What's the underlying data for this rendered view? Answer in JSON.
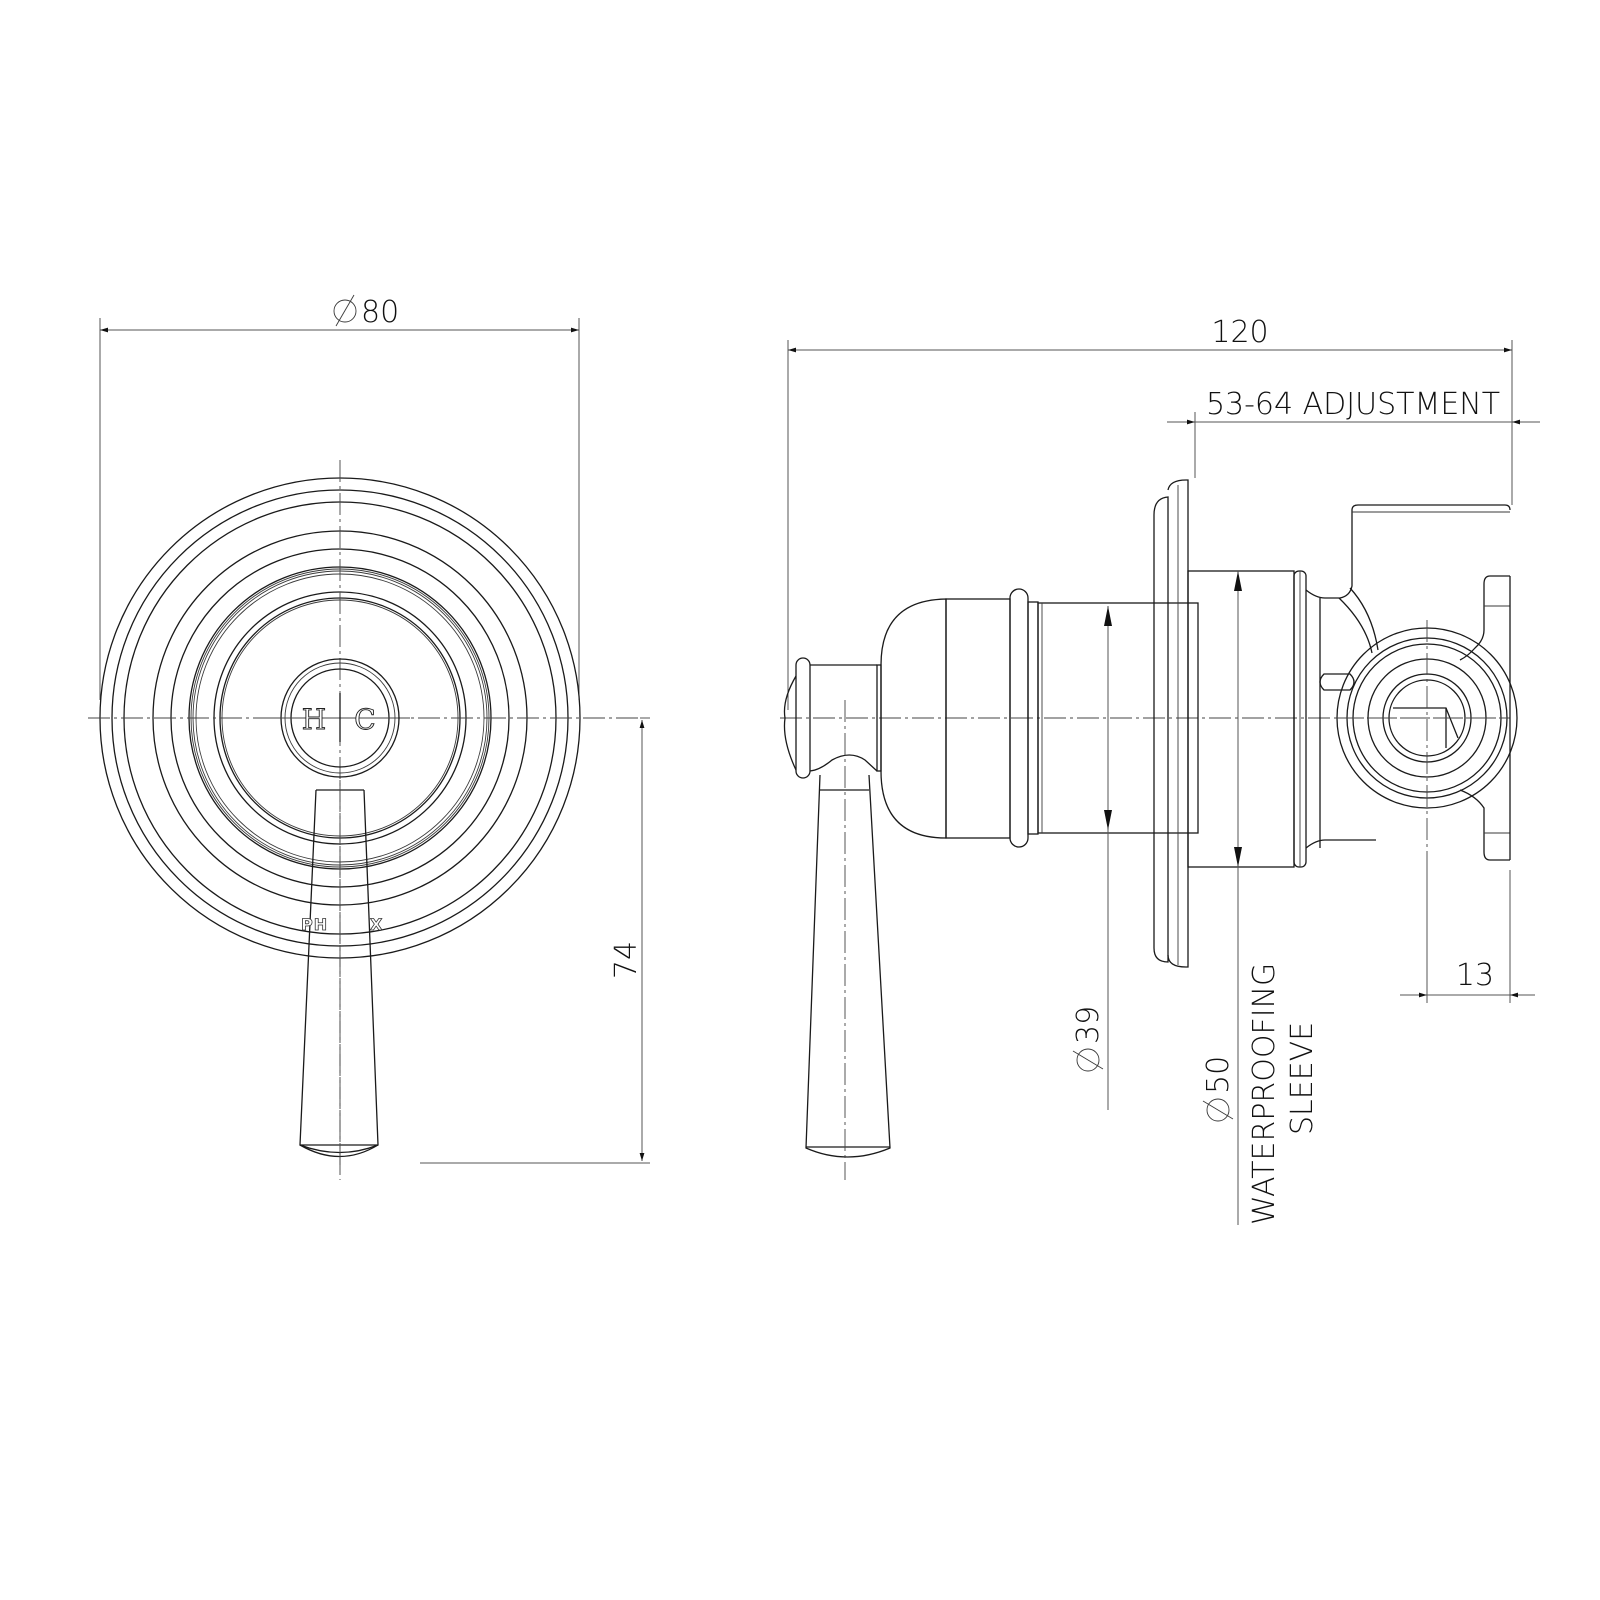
{
  "drawing": {
    "type": "technical-dimension-drawing",
    "subject": "wall mixer with lever handle",
    "views": [
      {
        "name": "front-view"
      },
      {
        "name": "side-view"
      }
    ],
    "colors": {
      "line": "#1a1a1a",
      "background": "#ffffff"
    }
  },
  "front_view": {
    "cover_plate_diameter": {
      "symbol": "⌀",
      "value": "80"
    },
    "handle_drop": {
      "value": "74"
    },
    "handle_cap": {
      "hot_label": "H",
      "cold_label": "C"
    },
    "brand_mark_visible": "PH",
    "brand_mark_visible_end": "X"
  },
  "side_view": {
    "overall_depth": {
      "value": "120"
    },
    "adjustment": {
      "label": "53-64 ADJUSTMENT"
    },
    "body_diameter": {
      "symbol": "⌀",
      "value": "39"
    },
    "sleeve_diameter": {
      "symbol": "⌀",
      "value": "50",
      "label_line1": "WATERPROOFING",
      "label_line2": "SLEEVE"
    },
    "rear_offset": {
      "value": "13"
    }
  }
}
